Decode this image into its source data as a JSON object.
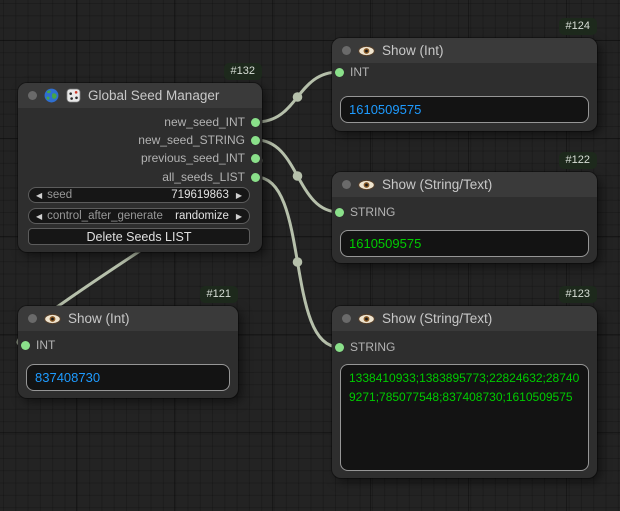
{
  "ui": {
    "arrow_left": "◀",
    "arrow_right": "▶"
  },
  "colors": {
    "wire": "#b6c0ab",
    "slot_dot": "#8ae08a",
    "badge_bg": "#1d291c",
    "badge_text": "#d7ded6"
  },
  "nodes": [
    {
      "id": "#132",
      "title": "Global Seed Manager",
      "icons": [
        "globe",
        "dice"
      ],
      "outputs": [
        "new_seed_INT",
        "new_seed_STRING",
        "previous_seed_INT",
        "all_seeds_LIST"
      ],
      "widgets": [
        {
          "name": "seed",
          "value": "719619863"
        },
        {
          "name": "control_after_generate",
          "value": "randomize"
        }
      ],
      "button_label": "Delete Seeds LIST"
    },
    {
      "id": "#124",
      "title": "Show (Int)",
      "icons": [
        "eye"
      ],
      "input": "INT",
      "value": "1610509575",
      "value_color": "#1e9bff"
    },
    {
      "id": "#122",
      "title": "Show (String/Text)",
      "icons": [
        "eye"
      ],
      "input": "STRING",
      "value": "1610509575",
      "value_color": "#00cc00"
    },
    {
      "id": "#121",
      "title": "Show (Int)",
      "icons": [
        "eye"
      ],
      "input": "INT",
      "value": "837408730",
      "value_color": "#1e9bff"
    },
    {
      "id": "#123",
      "title": "Show (String/Text)",
      "icons": [
        "eye"
      ],
      "input": "STRING",
      "value": "1338410933;1383895773;22824632;287409271;785077548;837408730;1610509575",
      "value_color": "#00cc00"
    }
  ]
}
